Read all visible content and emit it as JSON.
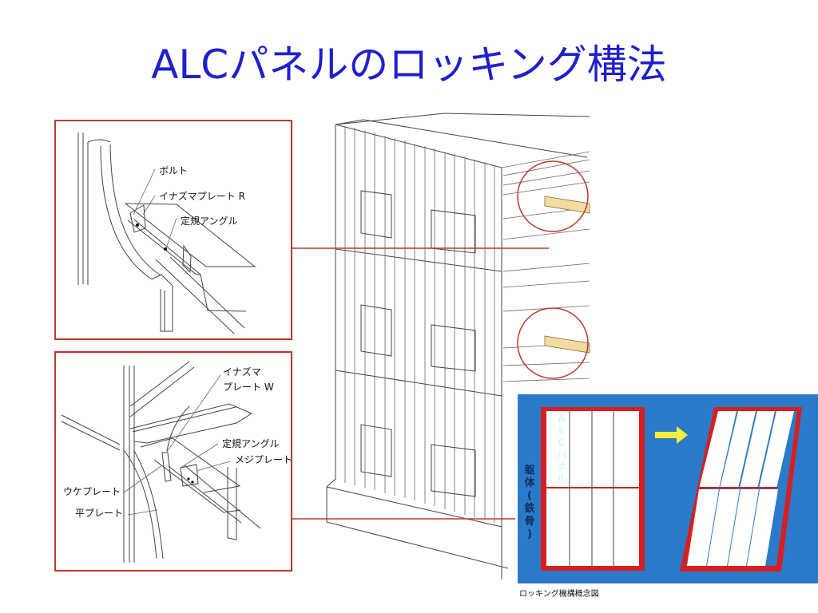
{
  "slide": {
    "title": "ALCパネルのロッキング構法"
  },
  "upper_detail": {
    "labels": [
      "ボルト",
      "イナズマプレート R",
      "定規アングル"
    ]
  },
  "lower_detail": {
    "labels": [
      "イナズマ",
      "プレート W",
      "定規アングル",
      "メジプレート",
      "ウケプレート",
      "平プレート"
    ]
  },
  "inset": {
    "vertical_label_panel": "ALCパネル",
    "vertical_label_frame": "躯体(鉄骨)",
    "caption": "ロッキング機構概念図"
  },
  "colors": {
    "title": "#1f1fd0",
    "callout_red": "#c0392b",
    "inset_blue": "#2b7ac9",
    "arrow_yellow": "#f4ef3a"
  }
}
